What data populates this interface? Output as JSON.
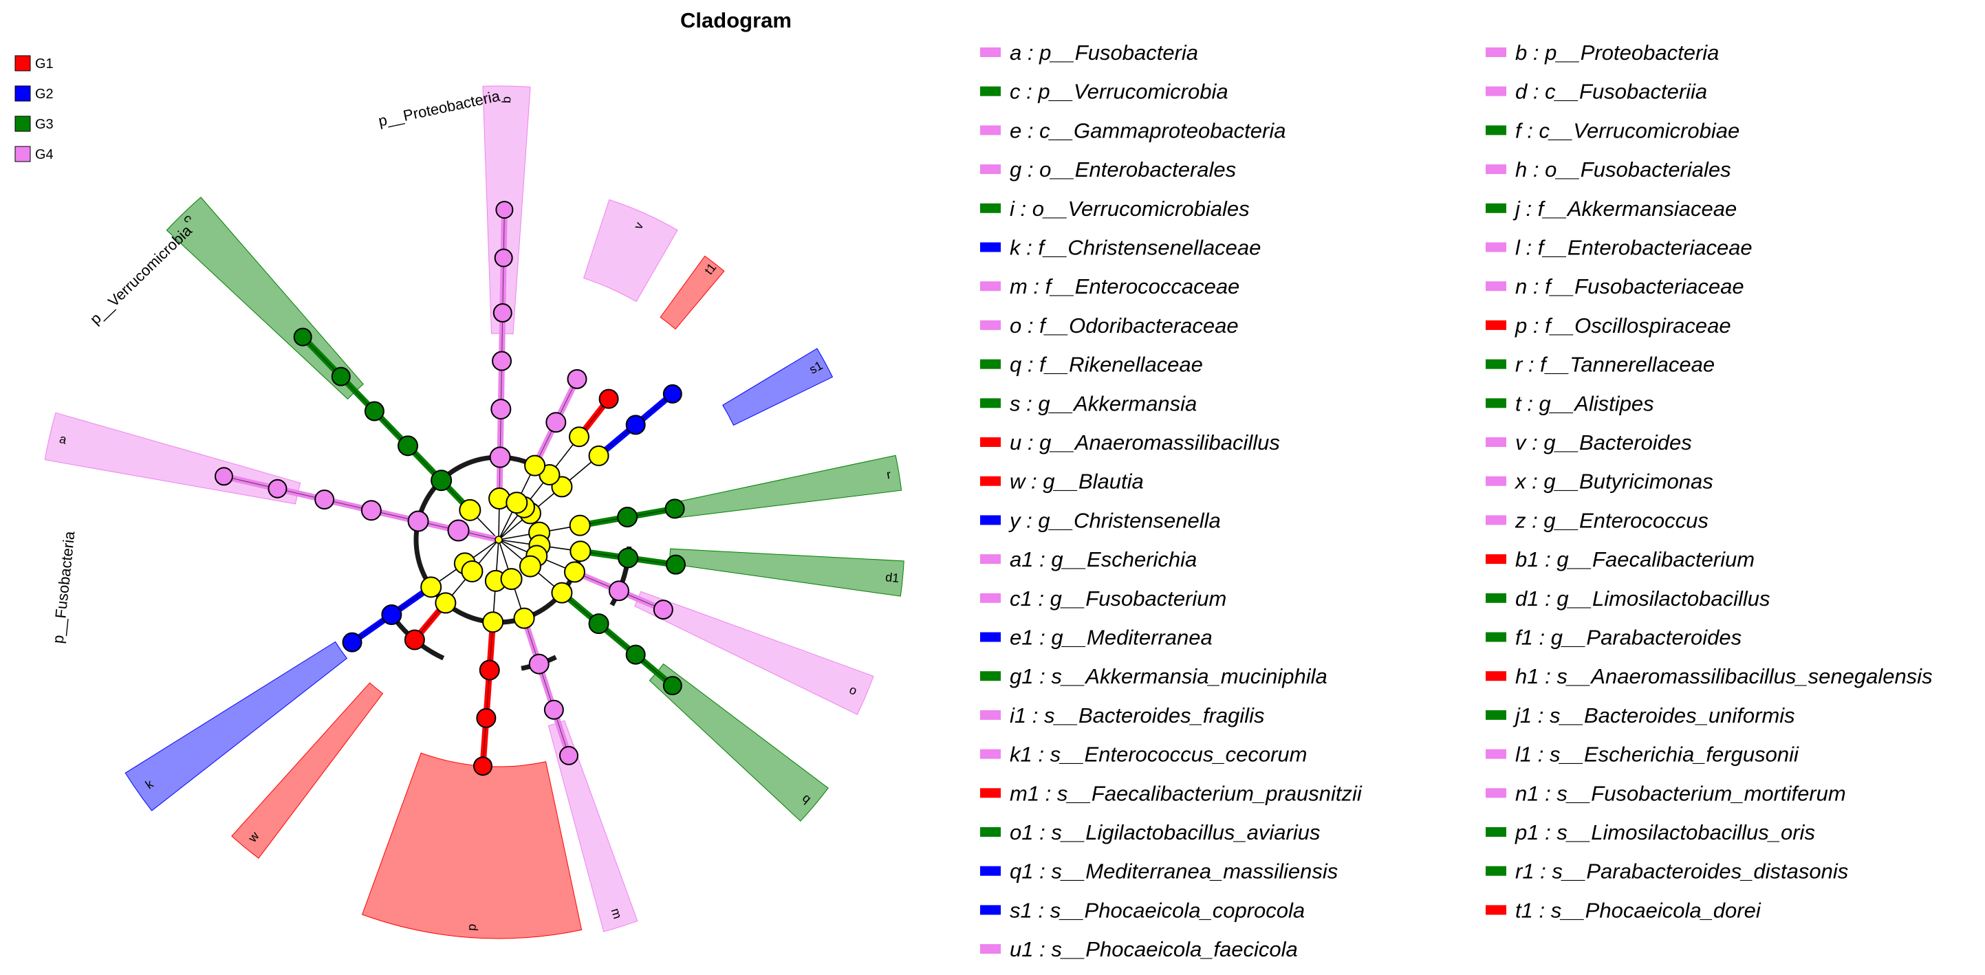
{
  "title": "Cladogram",
  "colors": {
    "G1": "#ff0000",
    "G2": "#0000ff",
    "G3": "#008000",
    "G4": "#ee82ee",
    "none": "#ffff00"
  },
  "group_legend": [
    {
      "label": "G1",
      "color": "#ff0000"
    },
    {
      "label": "G2",
      "color": "#0000ff"
    },
    {
      "label": "G3",
      "color": "#008000"
    },
    {
      "label": "G4",
      "color": "#ee82ee"
    }
  ],
  "chart_data": {
    "type": "cladogram",
    "title": "Cladogram",
    "groups": [
      "G1",
      "G2",
      "G3",
      "G4"
    ],
    "phylum_labels": [
      "p__Proteobacteria",
      "p__Verrucomicrobia",
      "p__Fusobacteria"
    ],
    "taxa": [
      {
        "code": "a",
        "name": "p__Fusobacteria",
        "group": "G4"
      },
      {
        "code": "b",
        "name": "p__Proteobacteria",
        "group": "G4"
      },
      {
        "code": "c",
        "name": "p__Verrucomicrobia",
        "group": "G3"
      },
      {
        "code": "d",
        "name": "c__Fusobacteriia",
        "group": "G4"
      },
      {
        "code": "e",
        "name": "c__Gammaproteobacteria",
        "group": "G4"
      },
      {
        "code": "f",
        "name": "c__Verrucomicrobiae",
        "group": "G3"
      },
      {
        "code": "g",
        "name": "o__Enterobacterales",
        "group": "G4"
      },
      {
        "code": "h",
        "name": "o__Fusobacteriales",
        "group": "G4"
      },
      {
        "code": "i",
        "name": "o__Verrucomicrobiales",
        "group": "G3"
      },
      {
        "code": "j",
        "name": "f__Akkermansiaceae",
        "group": "G3"
      },
      {
        "code": "k",
        "name": "f__Christensenellaceae",
        "group": "G2"
      },
      {
        "code": "l",
        "name": "f__Enterobacteriaceae",
        "group": "G4"
      },
      {
        "code": "m",
        "name": "f__Enterococcaceae",
        "group": "G4"
      },
      {
        "code": "n",
        "name": "f__Fusobacteriaceae",
        "group": "G4"
      },
      {
        "code": "o",
        "name": "f__Odoribacteraceae",
        "group": "G4"
      },
      {
        "code": "p",
        "name": "f__Oscillospiraceae",
        "group": "G1"
      },
      {
        "code": "q",
        "name": "f__Rikenellaceae",
        "group": "G3"
      },
      {
        "code": "r",
        "name": "f__Tannerellaceae",
        "group": "G3"
      },
      {
        "code": "s",
        "name": "g__Akkermansia",
        "group": "G3"
      },
      {
        "code": "t",
        "name": "g__Alistipes",
        "group": "G3"
      },
      {
        "code": "u",
        "name": "g__Anaeromassilibacillus",
        "group": "G1"
      },
      {
        "code": "v",
        "name": "g__Bacteroides",
        "group": "G4"
      },
      {
        "code": "w",
        "name": "g__Blautia",
        "group": "G1"
      },
      {
        "code": "x",
        "name": "g__Butyricimonas",
        "group": "G4"
      },
      {
        "code": "y",
        "name": "g__Christensenella",
        "group": "G2"
      },
      {
        "code": "z",
        "name": "g__Enterococcus",
        "group": "G4"
      },
      {
        "code": "a1",
        "name": "g__Escherichia",
        "group": "G4"
      },
      {
        "code": "b1",
        "name": "g__Faecalibacterium",
        "group": "G1"
      },
      {
        "code": "c1",
        "name": "g__Fusobacterium",
        "group": "G4"
      },
      {
        "code": "d1",
        "name": "g__Limosilactobacillus",
        "group": "G3"
      },
      {
        "code": "e1",
        "name": "g__Mediterranea",
        "group": "G2"
      },
      {
        "code": "f1",
        "name": "g__Parabacteroides",
        "group": "G3"
      },
      {
        "code": "g1",
        "name": "s__Akkermansia_muciniphila",
        "group": "G3"
      },
      {
        "code": "h1",
        "name": "s__Anaeromassilibacillus_senegalensis",
        "group": "G1"
      },
      {
        "code": "i1",
        "name": "s__Bacteroides_fragilis",
        "group": "G4"
      },
      {
        "code": "j1",
        "name": "s__Bacteroides_uniformis",
        "group": "G3"
      },
      {
        "code": "k1",
        "name": "s__Enterococcus_cecorum",
        "group": "G4"
      },
      {
        "code": "l1",
        "name": "s__Escherichia_fergusonii",
        "group": "G4"
      },
      {
        "code": "m1",
        "name": "s__Faecalibacterium_prausnitzii",
        "group": "G1"
      },
      {
        "code": "n1",
        "name": "s__Fusobacterium_mortiferum",
        "group": "G4"
      },
      {
        "code": "o1",
        "name": "s__Ligilactobacillus_aviarius",
        "group": "G3"
      },
      {
        "code": "p1",
        "name": "s__Limosilactobacillus_oris",
        "group": "G3"
      },
      {
        "code": "q1",
        "name": "s__Mediterranea_massiliensis",
        "group": "G2"
      },
      {
        "code": "r1",
        "name": "s__Parabacteroides_distasonis",
        "group": "G3"
      },
      {
        "code": "s1",
        "name": "s__Phocaeicola_coprocola",
        "group": "G2"
      },
      {
        "code": "t1",
        "name": "s__Phocaeicola_dorei",
        "group": "G1"
      },
      {
        "code": "u1",
        "name": "s__Phocaeicola_faecicola",
        "group": "G4"
      }
    ]
  }
}
